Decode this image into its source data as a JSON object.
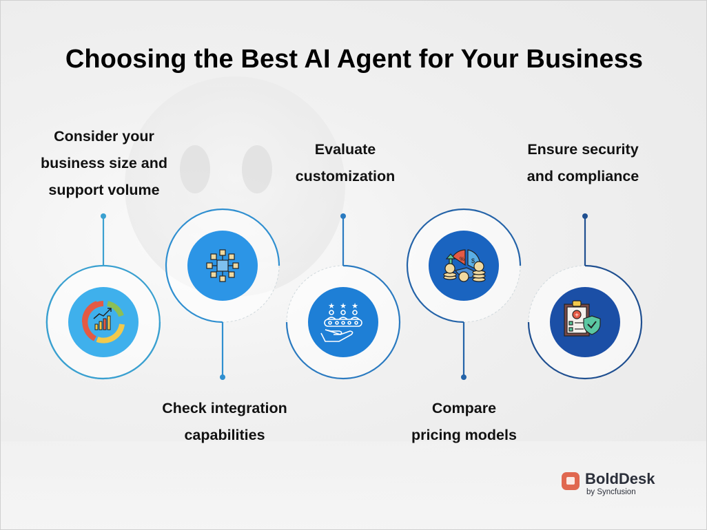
{
  "title": "Choosing the Best AI Agent for Your Business",
  "steps": [
    {
      "label_lines": [
        "Consider your",
        "business size and",
        "support volume"
      ],
      "icon": "chart-growth-icon",
      "position": "top",
      "ring_color": "#3aa0d0",
      "fill_color": "#3fb0ec"
    },
    {
      "label_lines": [
        "Check integration",
        "capabilities"
      ],
      "icon": "integration-network-icon",
      "position": "bottom",
      "ring_color": "#2f8fd0",
      "fill_color": "#2c95e6"
    },
    {
      "label_lines": [
        "Evaluate",
        "customization"
      ],
      "icon": "customization-hand-icon",
      "position": "top",
      "ring_color": "#2a7ac0",
      "fill_color": "#1e7fd6"
    },
    {
      "label_lines": [
        "Compare",
        "pricing models"
      ],
      "icon": "pricing-coins-icon",
      "position": "bottom",
      "ring_color": "#2463a8",
      "fill_color": "#1a64c0"
    },
    {
      "label_lines": [
        "Ensure security",
        "and compliance"
      ],
      "icon": "security-checklist-icon",
      "position": "top",
      "ring_color": "#1f4f90",
      "fill_color": "#1b4fa6"
    }
  ],
  "brand": {
    "name": "BoldDesk",
    "sub": "by Syncfusion",
    "color": "#e0674f"
  }
}
